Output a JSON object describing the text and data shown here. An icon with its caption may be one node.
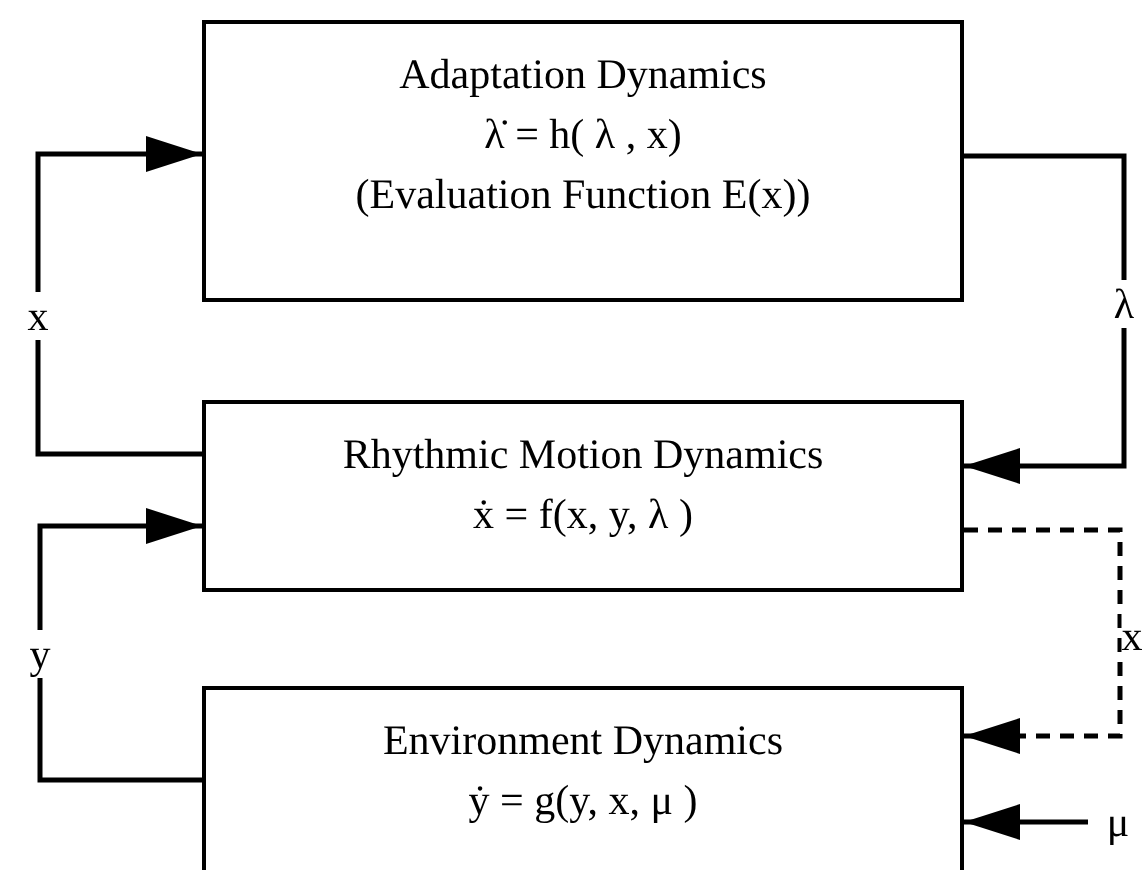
{
  "diagram": {
    "nodes": [
      {
        "text": [
          "Adaptation Dynamics",
          "λ̇ = h( λ , x)",
          "(Evaluation Function E(x))"
        ]
      },
      {
        "text": [
          "Rhythmic Motion Dynamics",
          "ẋ = f(x, y,  λ )"
        ]
      },
      {
        "text": [
          "Environment Dynamics",
          "ẏ = g(y, x,  μ )"
        ]
      },
      {
        "text": [
          "μ"
        ]
      }
    ],
    "edges": [
      {
        "from": 1,
        "to": 0,
        "arrow": "to",
        "label": "x"
      },
      {
        "from": 0,
        "to": 1,
        "arrow": "to",
        "label": "λ"
      },
      {
        "from": 1,
        "to": 2,
        "arrow": "to",
        "label": "x",
        "style": "dashed"
      },
      {
        "from": 2,
        "to": 1,
        "arrow": "to",
        "label": "y"
      },
      {
        "from": 3,
        "to": 2,
        "arrow": "to"
      }
    ]
  }
}
